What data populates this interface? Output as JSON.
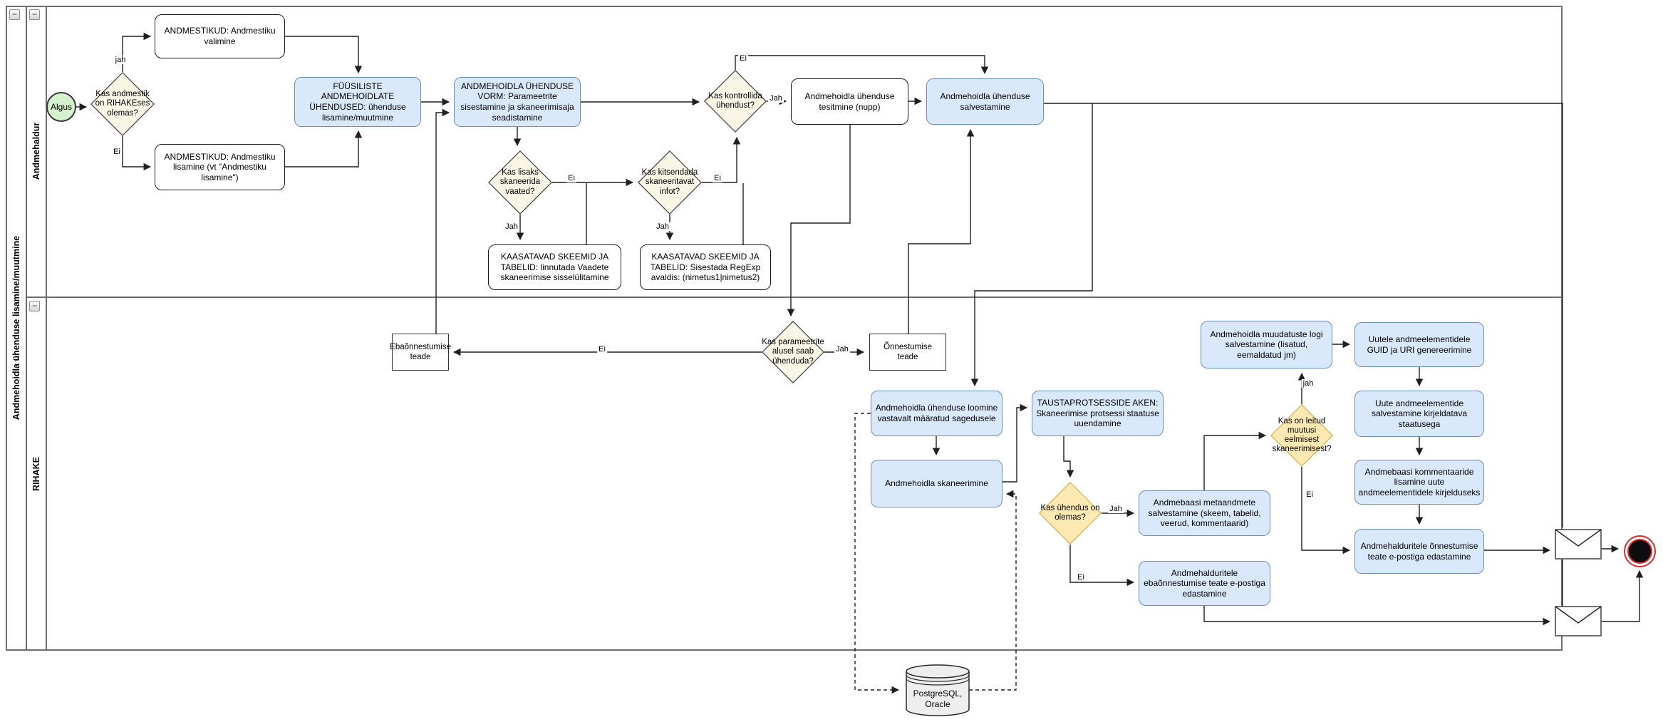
{
  "pool": {
    "label": "Andmehoidla ühenduse lisamine/muutmine"
  },
  "lanes": [
    {
      "label": "Andmehaldur"
    },
    {
      "label": "RIHAKE"
    }
  ],
  "ui": {
    "collapse_glyph": "−"
  },
  "colors": {
    "task_blue_fill": "#dae8fc",
    "task_blue_border": "#6c8ebf",
    "diamond_cream_fill": "#faf6e6",
    "diamond_yellow_fill": "#ffe9b3",
    "diamond_yellow_border": "#d6b656",
    "start_green_fill": "#d5f1d0",
    "end_event_red": "#e02d2d",
    "datastore_fill": "#eeeeee"
  },
  "nodes": [
    {
      "id": "start",
      "type": "start",
      "label": "Algus"
    },
    {
      "id": "d1",
      "type": "decision",
      "label": "Kas andmestik on RIHAKEses olemas?"
    },
    {
      "id": "valimine",
      "type": "task",
      "label": "ANDMESTIKUD: Andmestiku valimine"
    },
    {
      "id": "lisamine",
      "type": "task",
      "label": "ANDMESTIKUD: Andmestiku lisamine (vt \"Andmestiku lisamine\")"
    },
    {
      "id": "fyysiliste",
      "type": "task",
      "label": "FÜÜSILISTE ANDMEHOIDLATE ÜHENDUSED: ühenduse lisamine/muutmine"
    },
    {
      "id": "vorm",
      "type": "task",
      "label": "ANDMEHOIDLA ÜHENDUSE VORM: Parameetrite sisestamine ja skaneerimisaja seadistamine"
    },
    {
      "id": "d2",
      "type": "decision",
      "label": "Kas lisaks skaneerida vaated?"
    },
    {
      "id": "d3",
      "type": "decision",
      "label": "Kas kitsendada skaneeritavat infot?"
    },
    {
      "id": "linnutada",
      "type": "task",
      "label": "KAASATAVAD SKEEMID JA TABELID: linnutada Vaadete skaneerimise sisselülitamine"
    },
    {
      "id": "regexp",
      "type": "task",
      "label": "KAASATAVAD SKEEMID JA TABELID: Sisestada RegExp avaldis: (nimetus1|nimetus2)"
    },
    {
      "id": "d4",
      "type": "decision",
      "label": "Kas kontrollida ühendust?"
    },
    {
      "id": "testimine",
      "type": "task",
      "label": "Andmehoidla ühenduse tesitmine (nupp)"
    },
    {
      "id": "salvestamine",
      "type": "task",
      "label": "Andmehoidla ühenduse salvestamine"
    },
    {
      "id": "ebaonn",
      "type": "plain",
      "label": "Ebaõnnestumise teade"
    },
    {
      "id": "d5",
      "type": "decision",
      "label": "Kas parameetrite alusel saab ühenduda?"
    },
    {
      "id": "onn",
      "type": "plain",
      "label": "Õnnestumise teade"
    },
    {
      "id": "loomine",
      "type": "task",
      "label": "Andmehoidla ühenduse loomine vastavalt määratud sagedusele"
    },
    {
      "id": "skaneerimine",
      "type": "task",
      "label": "Andmehoidla skaneerimine"
    },
    {
      "id": "tausta",
      "type": "task",
      "label": "TAUSTAPROTSESSIDE AKEN: Skaneerimise protsessi staatuse uuendamine"
    },
    {
      "id": "d6",
      "type": "decision",
      "label": "Kas ühendus on olemas?"
    },
    {
      "id": "meta",
      "type": "task",
      "label": "Andmebaasi metaandmete salvestamine (skeem, tabelid, veerud, kommentaarid)"
    },
    {
      "id": "ebaonnEmail",
      "type": "task",
      "label": "Andmehalduritele ebaõnnestumise teate e-postiga edastamine"
    },
    {
      "id": "logi",
      "type": "task",
      "label": "Andmehoidla muudatuste logi salvestamine (lisatud, eemaldatud jm)"
    },
    {
      "id": "d7",
      "type": "decision",
      "label": "Kas on leitud muutusi eelmisest skaneerimisest?"
    },
    {
      "id": "guid",
      "type": "task",
      "label": "Uutele andmeelementidele GUID ja URI genereerimine"
    },
    {
      "id": "uute",
      "type": "task",
      "label": "Uute andmeelementide salvestamine kirjeldatava staatusega"
    },
    {
      "id": "komm",
      "type": "task",
      "label": "Andmebaasi kommentaaride lisamine uute andmeelementidele kirjelduseks"
    },
    {
      "id": "onnEmail",
      "type": "task",
      "label": "Andmehalduritele õnnestumise teate e-postiga edastamine"
    },
    {
      "id": "datastore",
      "type": "datastore",
      "label": "PostgreSQL, Oracle"
    }
  ],
  "edge_labels": [
    {
      "text": "jah"
    },
    {
      "text": "Ei"
    },
    {
      "text": "Jah"
    },
    {
      "text": "Ei"
    },
    {
      "text": "Jah"
    },
    {
      "text": "Ei"
    },
    {
      "text": "Ei"
    },
    {
      "text": "Jah"
    },
    {
      "text": "Ei"
    },
    {
      "text": "Jah"
    },
    {
      "text": "Jah"
    },
    {
      "text": "Ei"
    },
    {
      "text": "jah"
    },
    {
      "text": "Ei"
    }
  ]
}
